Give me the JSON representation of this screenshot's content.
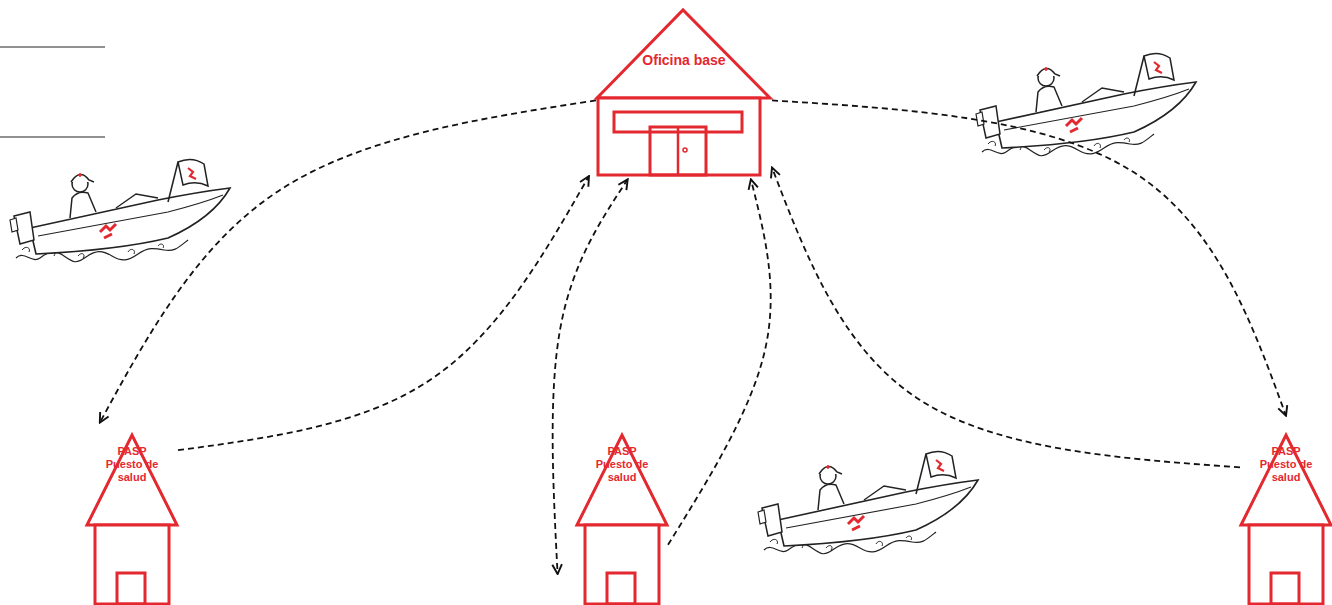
{
  "diagram": {
    "nodes": [
      {
        "text": [
          "Oficina base"
        ]
      },
      {
        "text": [
          "PASP",
          "Puesto de salud"
        ]
      },
      {
        "text": [
          "PASP",
          "Puesto de salud"
        ]
      },
      {
        "text": [
          "PASP",
          "Puesto de salud"
        ]
      }
    ],
    "edges": [
      {
        "from": 0,
        "to": 1,
        "arrow": "to"
      },
      {
        "from": 1,
        "to": 0,
        "arrow": "to"
      },
      {
        "from": 0,
        "to": 2,
        "arrow": "both"
      },
      {
        "from": 2,
        "to": 0,
        "arrow": "to"
      },
      {
        "from": 3,
        "to": 0,
        "arrow": "to"
      },
      {
        "from": 0,
        "to": 3,
        "arrow": "to"
      }
    ]
  }
}
